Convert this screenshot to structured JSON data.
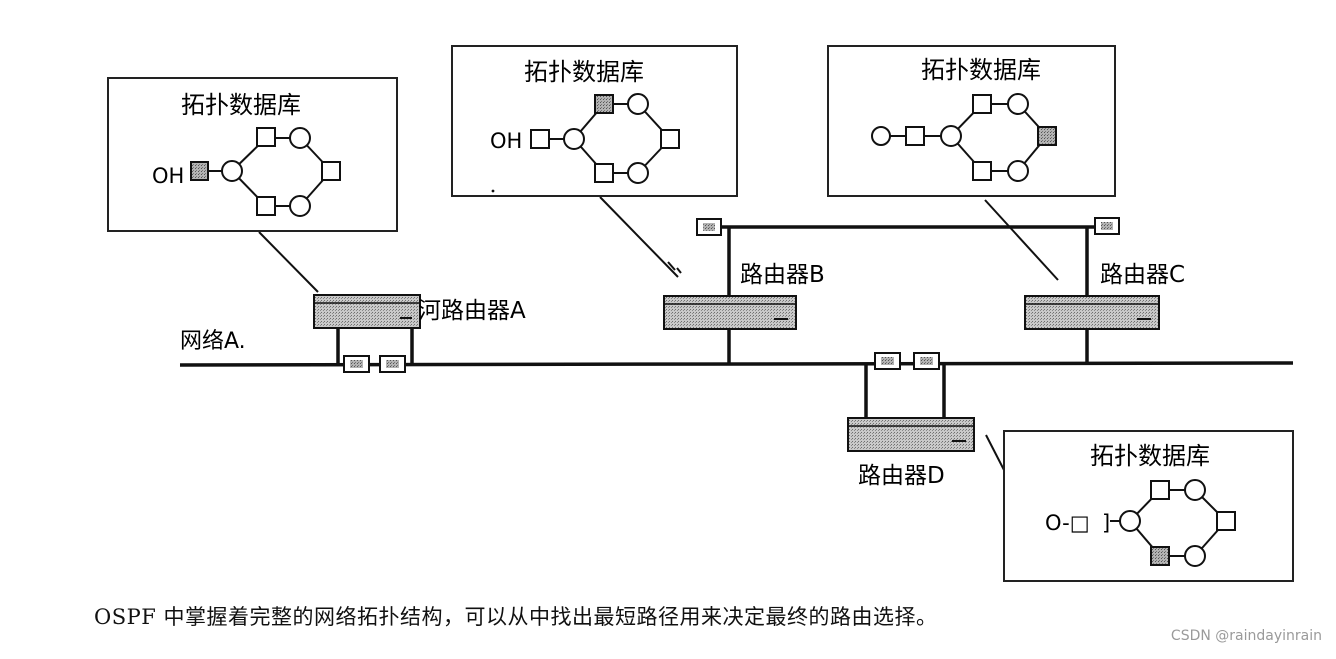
{
  "topology_db_title": "拓扑数据库",
  "routers": {
    "a": {
      "label": "河路由器A"
    },
    "b": {
      "label": "路由器B"
    },
    "c": {
      "label": "路由器C"
    },
    "d": {
      "label": "路由器D"
    }
  },
  "network_a_label": "网络A.",
  "stub_labels": {
    "db_a": "OH",
    "db_b": "OH",
    "db_d": "O-□"
  },
  "caption": "OSPF 中掌握着完整的网络拓扑结构，可以从中找出最短路径用来决定最终的路由选择。",
  "watermark": "CSDN @raindayinrain",
  "colors": {
    "line": "#111111",
    "router_fill": "#b8b8b8",
    "node_fill_shaded": "#a6a6a6",
    "box_border": "#222222"
  }
}
